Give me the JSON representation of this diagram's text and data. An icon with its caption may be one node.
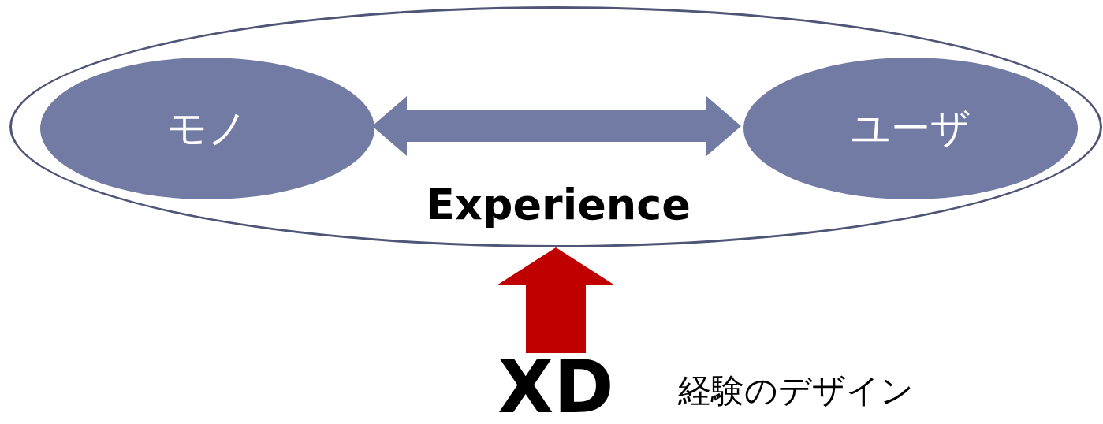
{
  "diagram": {
    "nodes": [
      {
        "text": [
          "Experience"
        ]
      },
      {
        "text": [
          "モノ"
        ],
        "in": 0
      },
      {
        "text": [
          "ユーザ"
        ],
        "in": 0
      },
      {
        "text": [
          "XD"
        ],
        "beside": [
          "経験のデザイン"
        ]
      }
    ],
    "edges": [
      {
        "from": 1,
        "to": 2,
        "arrow": "both",
        "color": "#717ba3"
      },
      {
        "from": 3,
        "to": 0,
        "arrow": "to",
        "color": "#c00000"
      }
    ]
  }
}
